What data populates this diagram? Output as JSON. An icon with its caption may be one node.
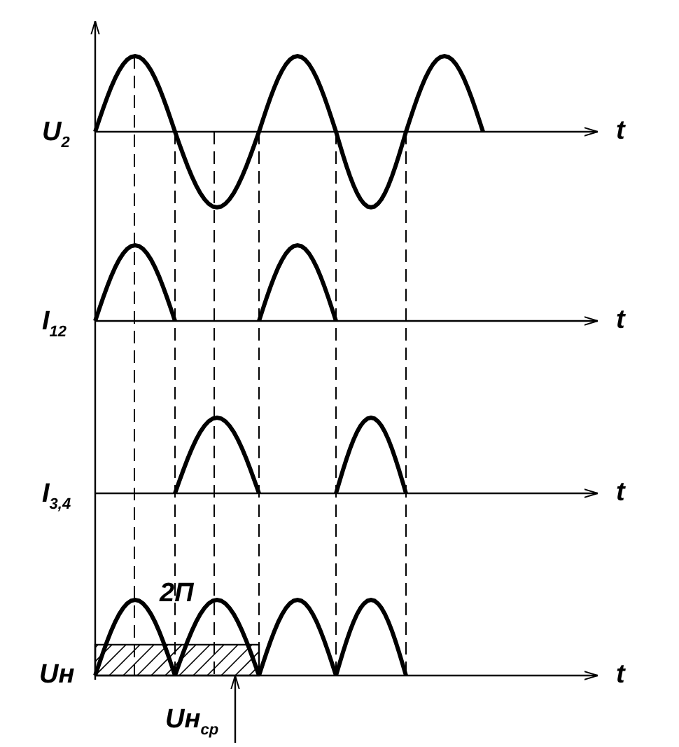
{
  "diagram": {
    "nodes": [
      {
        "text": [
          "Uн$_{ср}$"
        ]
      },
      {
        "text": [],
        "shape": "box"
      }
    ],
    "edges": [
      {
        "from": 0,
        "to": 1,
        "arrow": "to"
      }
    ],
    "labels": [
      "U$_{2}$",
      "t",
      "I$_{12}$",
      "t",
      "I$_{3,4}$",
      "t",
      "2П",
      "Uн",
      "t"
    ]
  }
}
